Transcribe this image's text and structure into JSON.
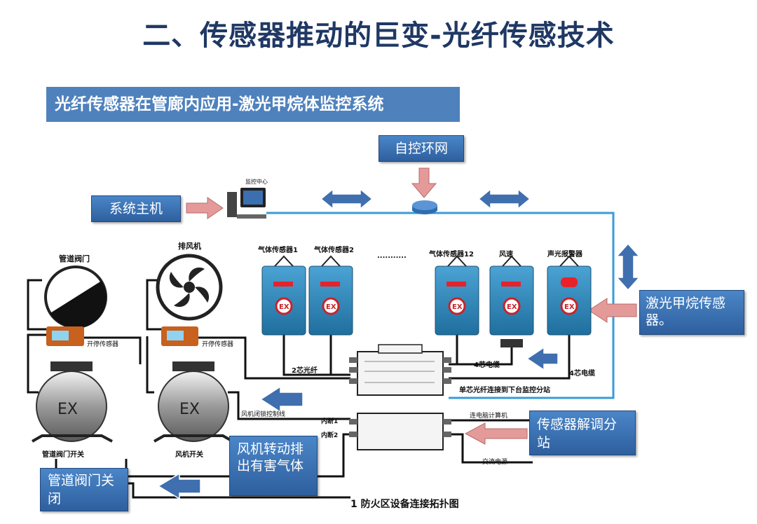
{
  "title": "二、传感器推动的巨变-光纤传感技术",
  "subtitle": "光纤传感器在管廊内应用-激光甲烷体监控系统",
  "callouts": {
    "ring": "自控环网",
    "host": "系统主机",
    "laser": "激光甲烷传感器。",
    "demod": "传感器解调分站",
    "fan_exhaust": "风机转动排出有害气体",
    "valve_close": "管道阀门关闭"
  },
  "diagram": {
    "monitor_center": "监控中心",
    "valve": "管道阀门",
    "fan": "排风机",
    "gas1": "气体传感器1",
    "gas2": "气体传感器2",
    "dots": "...........",
    "gas12": "气体传感器12",
    "wind": "风速",
    "alarm": "声光报警器",
    "stop_sensor_1": "开停传感器",
    "stop_sensor_2": "开停传感器",
    "fiber2": "2芯光纤",
    "cable4a": "4芯电缆",
    "cable4b": "4芯电缆",
    "single_fiber": "单芯光纤连接到下台监控分站",
    "fan_lock": "风机闭锁控制线",
    "break1": "内断1",
    "break2": "内断2",
    "to_pc": "连电脑计算机",
    "ac_power": "交流电源",
    "valve_switch": "管道阀门开关",
    "fan_switch": "风机开关",
    "caption": "1 防火区设备连接拓扑图",
    "ex": "EX",
    "ex_big": "EX"
  },
  "colors": {
    "title": "#1f3864",
    "callout": "#3a72b4",
    "arrow_blue": "#3f6fae",
    "arrow_pink": "#e59a9a",
    "sensor_body": "#2f86b8",
    "ring_line": "#3a9bd9"
  }
}
